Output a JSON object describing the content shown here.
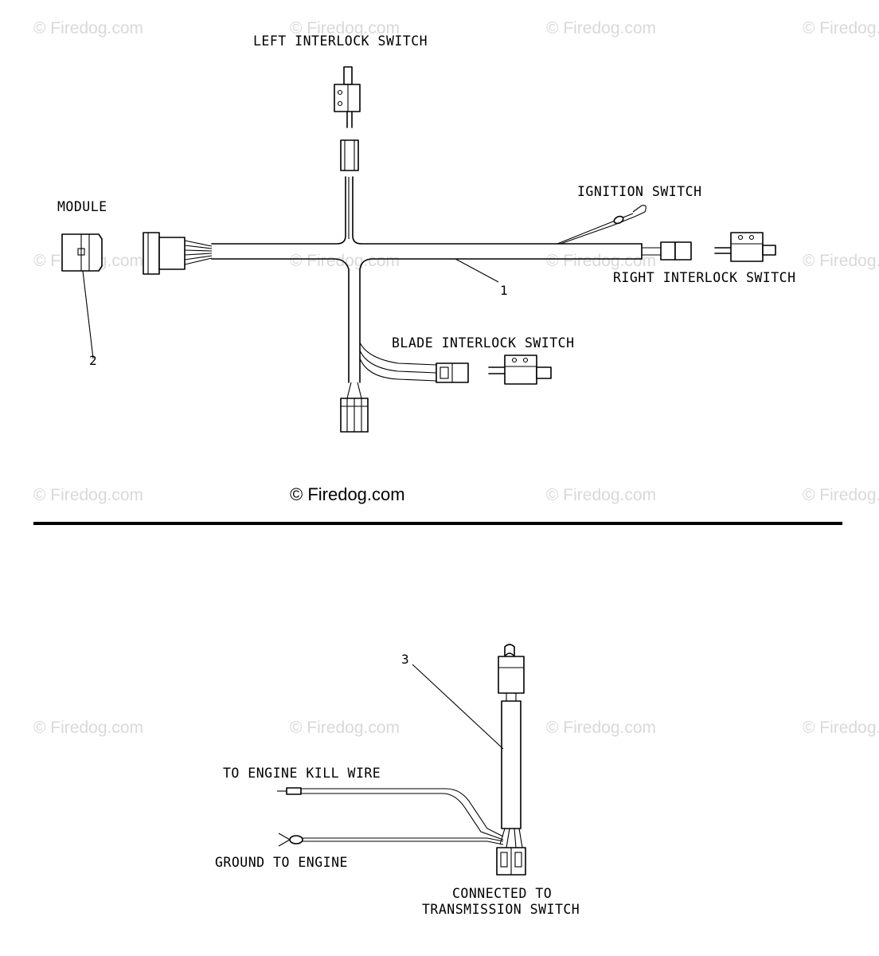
{
  "watermark": "© Firedog.com",
  "credit": "© Firedog.com",
  "labels": {
    "left_interlock": "LEFT INTERLOCK SWITCH",
    "module": "MODULE",
    "ignition": "IGNITION SWITCH",
    "right_interlock": "RIGHT INTERLOCK SWITCH",
    "blade_interlock": "BLADE INTERLOCK SWITCH",
    "engine_kill": "TO ENGINE KILL WIRE",
    "ground": "GROUND TO ENGINE",
    "connected_line1": "CONNECTED TO",
    "connected_line2": "TRANSMISSION SWITCH"
  },
  "callouts": {
    "harness": "1",
    "module": "2",
    "transmission_harness": "3"
  }
}
